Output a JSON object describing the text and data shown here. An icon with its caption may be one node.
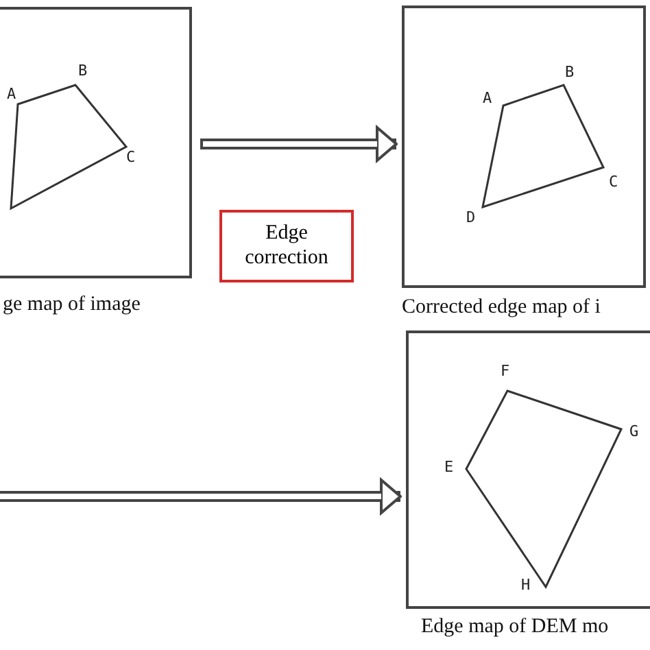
{
  "diagram": {
    "nodes": [
      {
        "text": [
          "ge map of image"
        ]
      },
      {
        "text": [
          "Edge correction"
        ]
      },
      {
        "text": [
          "Corrected edge map of i"
        ]
      },
      {
        "text": [
          "Edge map of DEM mo"
        ]
      }
    ],
    "edges": [
      {
        "from": 0,
        "to": 2,
        "arrow": "to"
      },
      {
        "from": null,
        "to": 3,
        "arrow": "to"
      }
    ],
    "labels": [
      "A",
      "B",
      "C",
      "A",
      "B",
      "C",
      "D",
      "F",
      "G",
      "E",
      "H"
    ]
  }
}
